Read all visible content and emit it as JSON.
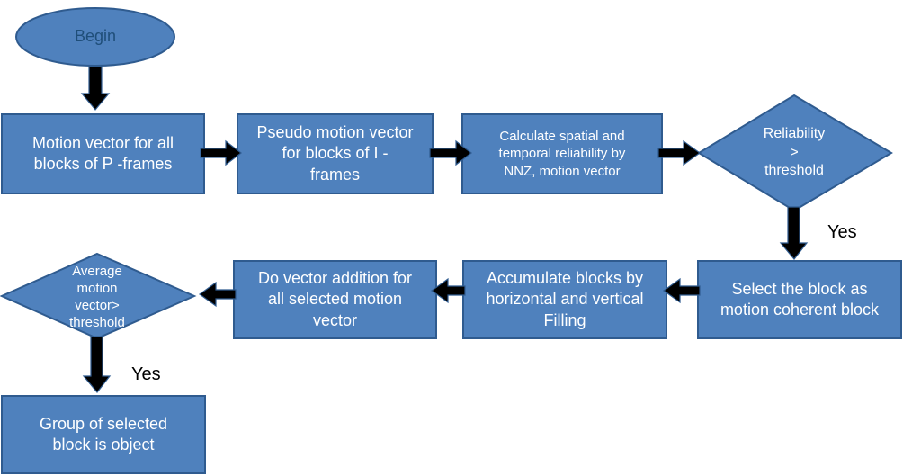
{
  "colors": {
    "fill": "#4f81bd",
    "stroke": "#2f5b8f",
    "arrow": "#000000",
    "begin_text": "#1f4e79",
    "text": "#ffffff"
  },
  "nodes": {
    "begin": "Begin",
    "mv_pframes": "Motion vector for all\nblocks  of  P -frames",
    "pseudo_mv": "Pseudo motion vector\nfor  blocks  of  I -\nframes",
    "calc_reliability": "Calculate  spatial and\ntemporal reliability  by\nNNZ, motion vector",
    "reliability_decision": "Reliability\n>\nthreshold",
    "select_block": "Select the  block as\nmotion coherent block",
    "accumulate": "Accumulate  blocks by\nhorizontal  and vertical\nFilling",
    "vector_addition": "Do vector   addition for\nall selected motion\nvector",
    "average_decision": "Average\nmotion\nvector>\nthreshold",
    "group_object": "Group of selected\nblock is  object"
  },
  "edge_labels": {
    "yes_1": "Yes",
    "yes_2": "Yes"
  }
}
